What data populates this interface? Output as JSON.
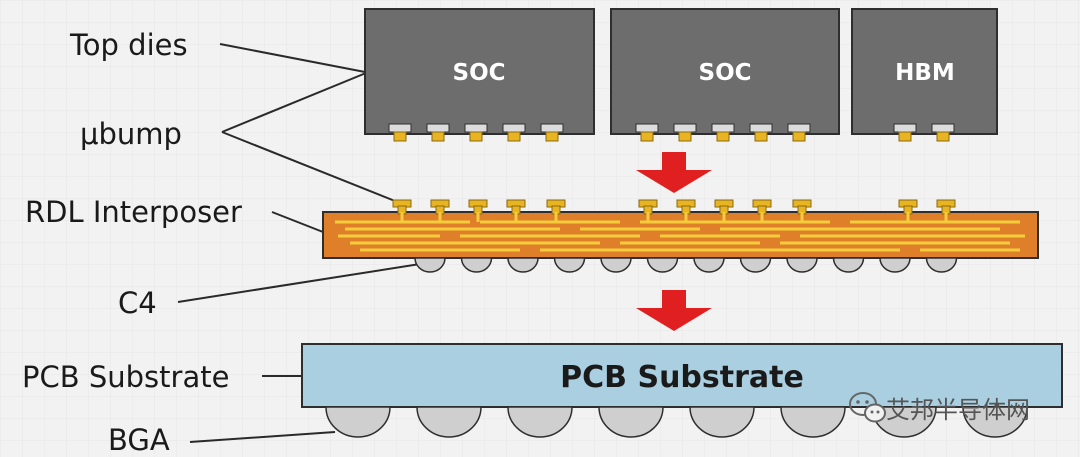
{
  "labels": {
    "top_dies": "Top dies",
    "ubump": "μbump",
    "rdl_interposer": "RDL Interposer",
    "c4": "C4",
    "pcb_substrate": "PCB Substrate",
    "bga": "BGA"
  },
  "dies": [
    {
      "name": "SOC"
    },
    {
      "name": "SOC"
    },
    {
      "name": "HBM"
    }
  ],
  "substrate": {
    "label": "PCB Substrate"
  },
  "watermark": {
    "text": "艾邦半导体网",
    "icon": "wechat-icon"
  },
  "colors": {
    "background": "#f2f2f2",
    "die": "#6d6d6d",
    "die_border": "#2e2e2e",
    "bump": "#e8b422",
    "bump_pad": "#dcdcdc",
    "interposer": "#e07f2a",
    "interposer_trace": "#f5cc3a",
    "c4_ball": "#cfcfcf",
    "substrate": "#a9cfe0",
    "arrow": "#e02020",
    "leader": "#2a2a2a"
  }
}
